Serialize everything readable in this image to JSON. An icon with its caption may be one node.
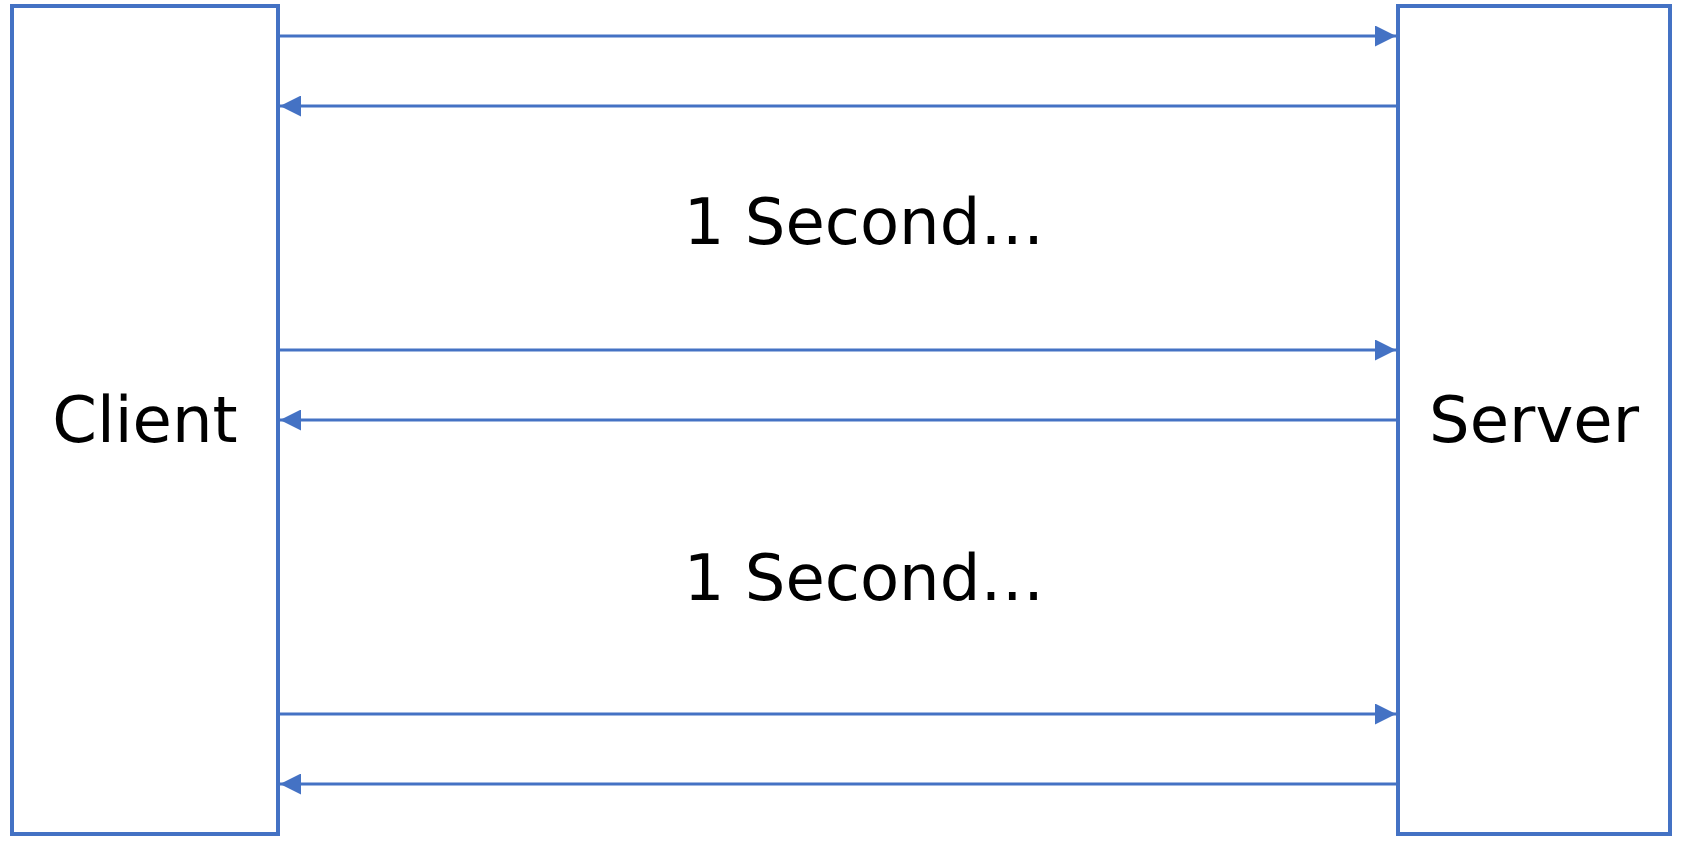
{
  "diagram": {
    "nodes": [
      {
        "text": [
          "Client"
        ]
      },
      {
        "text": [
          "Server"
        ]
      }
    ],
    "edges": [
      {
        "from": 0,
        "to": 1,
        "arrow": "to"
      },
      {
        "from": 1,
        "to": 0,
        "arrow": "to"
      },
      {
        "from": 0,
        "to": 1,
        "arrow": "to"
      },
      {
        "from": 1,
        "to": 0,
        "arrow": "to"
      },
      {
        "from": 0,
        "to": 1,
        "arrow": "to"
      },
      {
        "from": 1,
        "to": 0,
        "arrow": "to"
      }
    ],
    "labels": [
      "1 Second…",
      "1 Second…"
    ]
  }
}
